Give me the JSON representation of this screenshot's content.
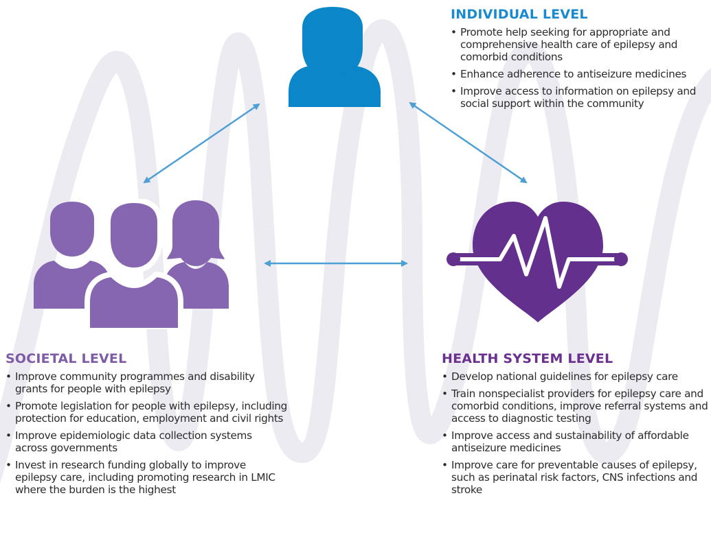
{
  "colors": {
    "individual_blue": "#0a86c9",
    "societal_purple": "#8666b0",
    "health_purple": "#64308e",
    "arrow_blue": "#4d9fd6",
    "wave_gray": "#ecebf1"
  },
  "individual": {
    "heading": "INDIVIDUAL LEVEL",
    "items": [
      "Promote help seeking for appropriate and comprehensive health care of epilepsy and comorbid conditions",
      "Enhance adherence to antiseizure medicines",
      "Improve access to information on epilepsy and social support within the community"
    ]
  },
  "societal": {
    "heading": "SOCIETAL LEVEL",
    "items": [
      "Improve community programmes and disability grants for people with epilepsy",
      "Promote legislation for people with epilepsy, including protection for education, employment and civil rights",
      "Improve epidemiologic data collection systems across governments",
      "Invest in research funding globally to improve epilepsy care, including promoting research in LMIC where the burden is the highest"
    ]
  },
  "health": {
    "heading": "HEALTH SYSTEM LEVEL",
    "items": [
      "Develop national guidelines for epilepsy care",
      "Train nonspecialist providers for epilepsy care and comorbid conditions, improve referral systems and access to diagnostic testing",
      "Improve access and sustainability of affordable antiseizure medicines",
      "Improve care for preventable causes of epilepsy, such as perinatal risk factors, CNS infections and stroke"
    ]
  },
  "icons": {
    "individual": "person-icon",
    "societal": "group-of-people-icon",
    "health": "heart-with-heartbeat-icon"
  }
}
